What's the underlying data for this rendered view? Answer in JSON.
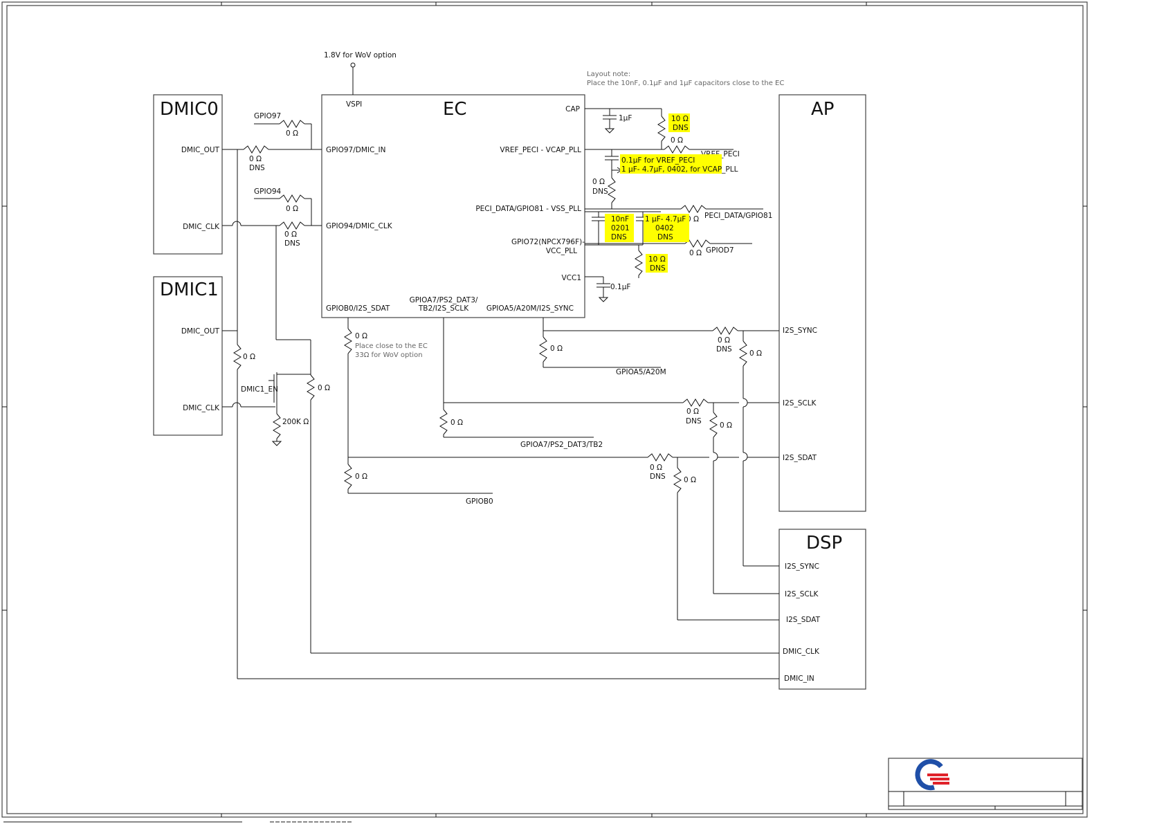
{
  "colors": {
    "highlight": "#ffff00",
    "logo_blue": "#1f4fa8",
    "logo_red": "#e0222a"
  },
  "blocks": {
    "dmic0": "DMIC0",
    "dmic1": "DMIC1",
    "ec": "EC",
    "ap": "AP",
    "dsp": "DSP"
  },
  "power": {
    "wov": "1.8V for WoV option"
  },
  "notes": {
    "layout_title": "Layout note:",
    "layout_body": "Place the 10nF, 0.1µF and 1µF capacitors close to the EC",
    "place_close": "Place close to the EC",
    "wov_33": "33Ω  for WoV option"
  },
  "dmic0_pins": {
    "out": "DMIC_OUT",
    "clk": "DMIC_CLK"
  },
  "dmic1_pins": {
    "out": "DMIC_OUT",
    "clk": "DMIC_CLK"
  },
  "ec_pins": {
    "vspi": "VSPI",
    "gpio97": "GPIO97/DMIC_IN",
    "gpio94": "GPIO94/DMIC_CLK",
    "cap": "CAP",
    "vref": "VREF_PECI - VCAP_PLL",
    "peci": "PECI_DATA/GPIO81 - VSS_PLL",
    "gpio72": "GPIO72(NPCX796F)-",
    "vcc_pll": "VCC_PLL",
    "vcc1": "VCC1",
    "gpiob0": "GPIOB0/I2S_SDAT",
    "gpioa7_1": "GPIOA7/PS2_DAT3/",
    "gpioa7_2": "TB2/I2S_SCLK",
    "gpioa5": "GPIOA5/A20M/I2S_SYNC"
  },
  "ap_pins": {
    "sync": "I2S_SYNC",
    "sclk": "I2S_SCLK",
    "sdat": "I2S_SDAT"
  },
  "dsp_pins": {
    "sync": "I2S_SYNC",
    "sclk": "I2S_SCLK",
    "sdat": "I2S_SDAT",
    "clk": "DMIC_CLK",
    "in": "DMIC_IN"
  },
  "nets": {
    "gpio97": "GPIO97",
    "gpio94": "GPIO94",
    "vref_peci": "VREF_PECI",
    "peci_data": "PECI_DATA/GPIO81",
    "gpiod7": "GPIOD7",
    "gpioa5": "GPIOA5/A20M",
    "gpioa7": "GPIOA7/PS2_DAT3/TB2",
    "gpiob0": "GPIOB0",
    "dmic1_en": "DMIC1_EN"
  },
  "values": {
    "zero": "0 Ω",
    "dns": "DNS",
    "r200k": "200K Ω",
    "c1u": "1µF",
    "c01u": "0.1µF",
    "ten_ohm": "10 Ω"
  },
  "highlights": {
    "r10_top": [
      "10 Ω",
      "DNS"
    ],
    "cap_note_1": "0.1µF for VREF_PECI",
    "cap_note_2": "1 µF- 4.7µF, 0402, for VCAP_PLL",
    "c10n": [
      "10nF",
      "0201",
      "DNS"
    ],
    "c1u47": [
      "1 µF- 4.7µF",
      "0402",
      "DNS"
    ],
    "r10_bot": [
      "10 Ω",
      "DNS"
    ]
  }
}
